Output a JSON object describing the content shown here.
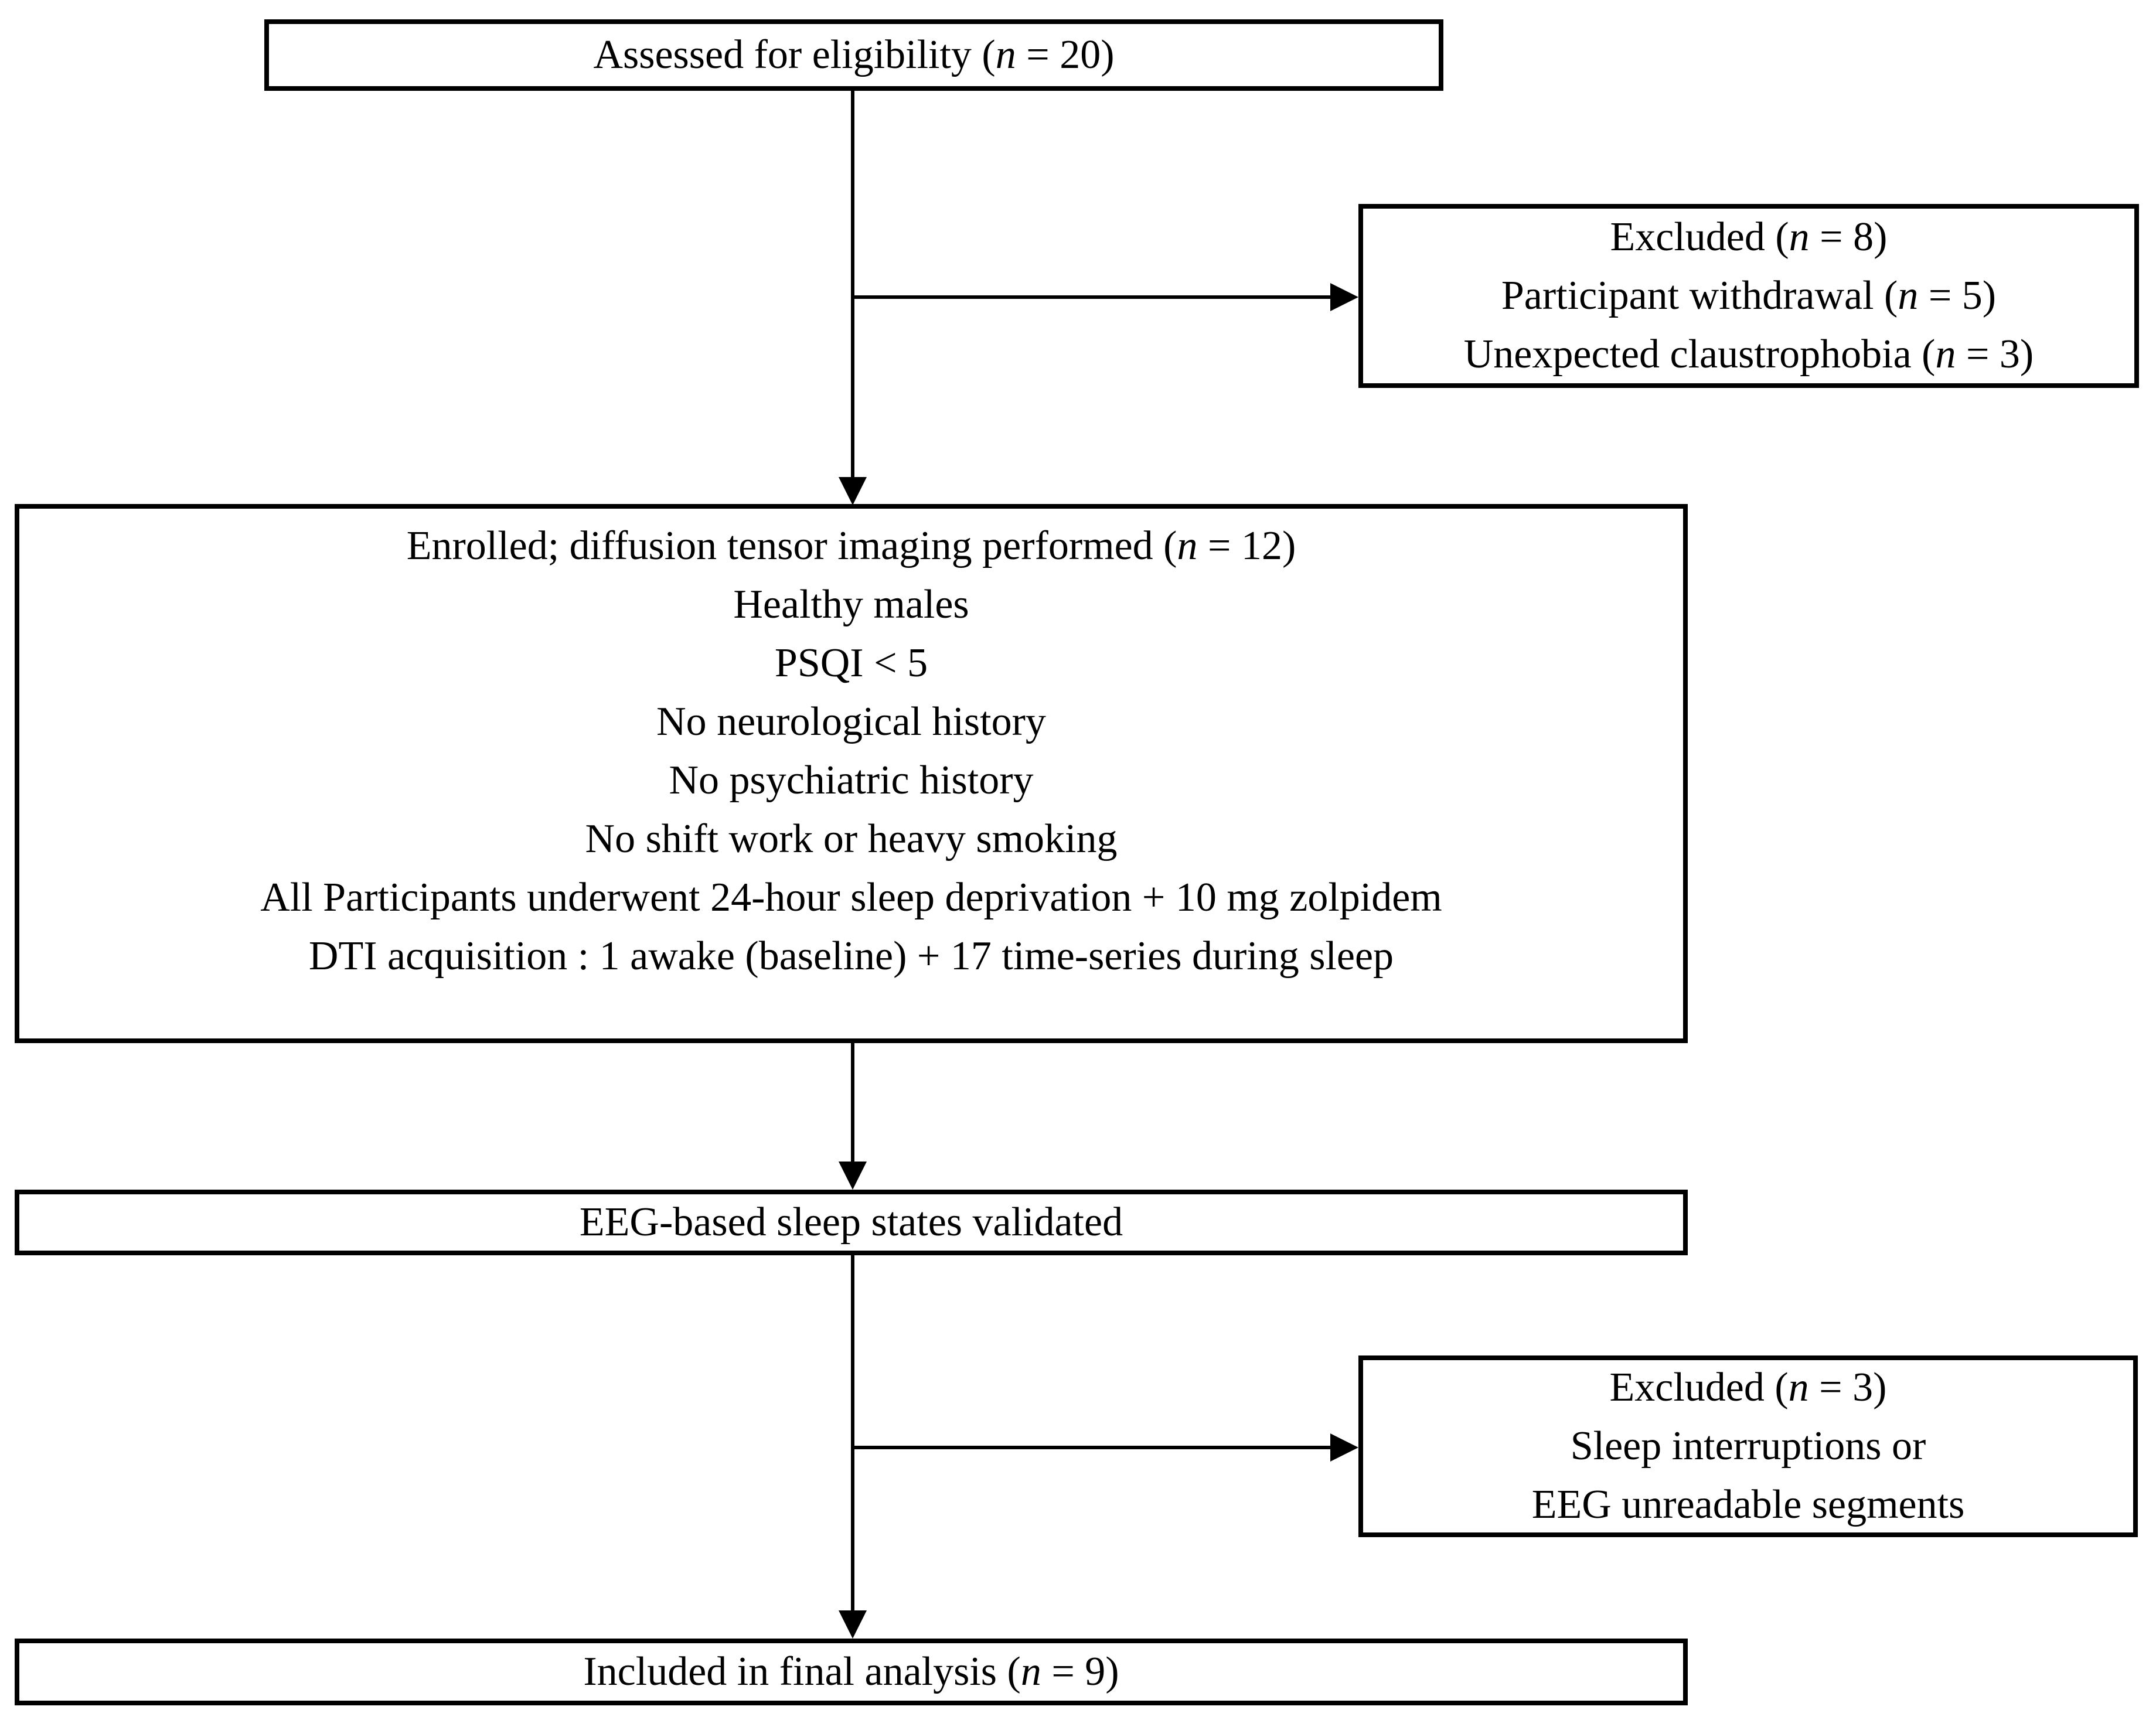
{
  "diagram": {
    "type": "participant-flowchart",
    "colors": {
      "stroke": "#000000",
      "text": "#000000",
      "background": "#ffffff"
    },
    "boxes": {
      "assessed": {
        "lines": [
          "Assessed for eligibility (n = 20)"
        ]
      },
      "excluded_initial": {
        "lines": [
          "Excluded (n = 8)",
          "Participant withdrawal (n = 5)",
          "Unexpected claustrophobia (n = 3)"
        ]
      },
      "enrolled": {
        "lines": [
          "Enrolled; diffusion tensor imaging performed (n = 12)",
          "Healthy males",
          "PSQI < 5",
          "No neurological history",
          "No psychiatric history",
          "No shift work or heavy smoking",
          "All Participants underwent 24-hour sleep deprivation + 10 mg zolpidem",
          "DTI acquisition : 1 awake (baseline) + 17 time-series during sleep"
        ]
      },
      "eeg_validated": {
        "lines": [
          "EEG-based sleep states validated"
        ]
      },
      "excluded_eeg": {
        "lines": [
          "Excluded (n = 3)",
          "Sleep interruptions or",
          "EEG unreadable segments"
        ]
      },
      "final_analysis": {
        "lines": [
          "Included in final analysis (n = 9)"
        ]
      }
    }
  }
}
